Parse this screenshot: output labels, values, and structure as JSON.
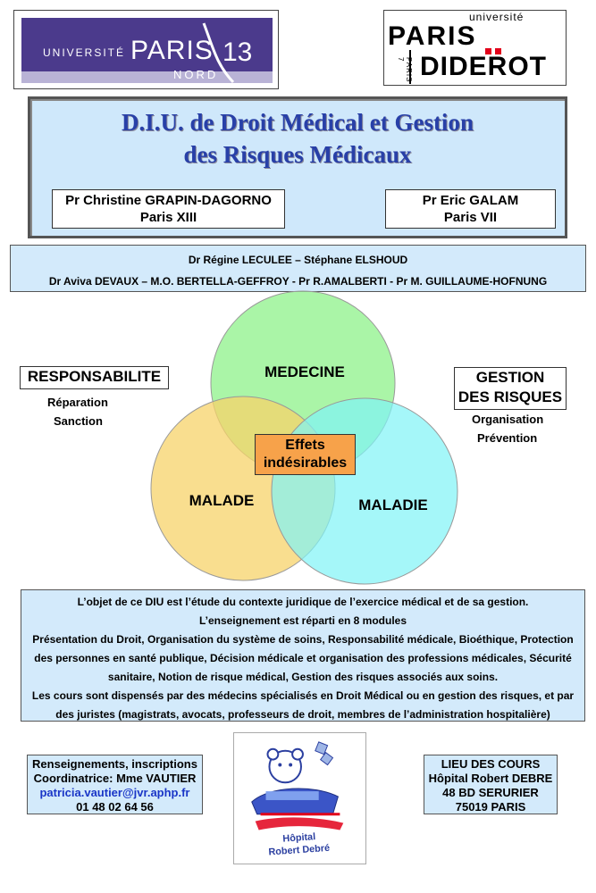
{
  "logos": {
    "paris13": {
      "universite": "UNIVERSITÉ",
      "paris": "PARIS",
      "number": "13",
      "nord": "NORD",
      "brand_color": "#4b3a8c"
    },
    "paris7": {
      "universite": "université",
      "paris": "PARIS",
      "diderot": "DIDEROT",
      "vertical": "PARIS 7",
      "accent_color": "#e2001a"
    }
  },
  "title": {
    "line1": "D.I.U. de Droit Médical et Gestion",
    "line2": "des Risques Médicaux",
    "color": "#2840a8"
  },
  "professors": [
    {
      "name": "Pr Christine GRAPIN-DAGORNO",
      "university": "Paris XIII"
    },
    {
      "name": "Pr Eric GALAM",
      "university": "Paris VII"
    }
  ],
  "teachers": {
    "line1": "Dr Régine LECULEE – Stéphane ELSHOUD",
    "line2": "Dr Aviva DEVAUX – M.O. BERTELLA-GEFFROY -  Pr R.AMALBERTI -  Pr M. GUILLAUME-HOFNUNG"
  },
  "venn": {
    "medecine": "MEDECINE",
    "malade": "MALADE",
    "maladie": "MALADIE",
    "center_line1": "Effets",
    "center_line2": "indésirables",
    "colors": {
      "green": "#8ef28a",
      "yellow": "#f7d36a",
      "cyan": "#7ff3f6",
      "orange": "#f7a24a"
    }
  },
  "responsabilite": {
    "title": "RESPONSABILITE",
    "items": [
      "Réparation",
      "Sanction"
    ]
  },
  "gestion": {
    "title_line1": "GESTION",
    "title_line2": "DES RISQUES",
    "items": [
      "Organisation",
      "Prévention"
    ]
  },
  "description": {
    "lines": [
      "L’objet de ce DIU est l’étude du contexte juridique de l’exercice médical et de sa gestion.",
      "L’enseignement est réparti en 8 modules",
      "Présentation du Droit, Organisation du système de soins, Responsabilité médicale, Bioéthique, Protection des personnes en santé publique, Décision médicale et organisation des professions médicales, Sécurité sanitaire, Notion de risque médical, Gestion des risques associés aux soins.",
      "Les cours sont dispensés par des médecins spécialisés en Droit Médical ou en gestion des risques, et par des juristes (magistrats, avocats, professeurs de droit, membres de l’administration hospitalière)"
    ]
  },
  "contact": {
    "line1": "Renseignements, inscriptions",
    "line2": "Coordinatrice: Mme VAUTIER",
    "email": "patricia.vautier@jvr.aphp.fr",
    "phone": "01 48 02 64 56"
  },
  "lieu": {
    "line1": "LIEU DES COURS",
    "line2": "Hôpital Robert DEBRE",
    "line3": "48 BD SERURIER",
    "line4": "75019 PARIS"
  },
  "hospital_logo": {
    "line1": "Hôpital",
    "line2": "Robert Debré"
  }
}
